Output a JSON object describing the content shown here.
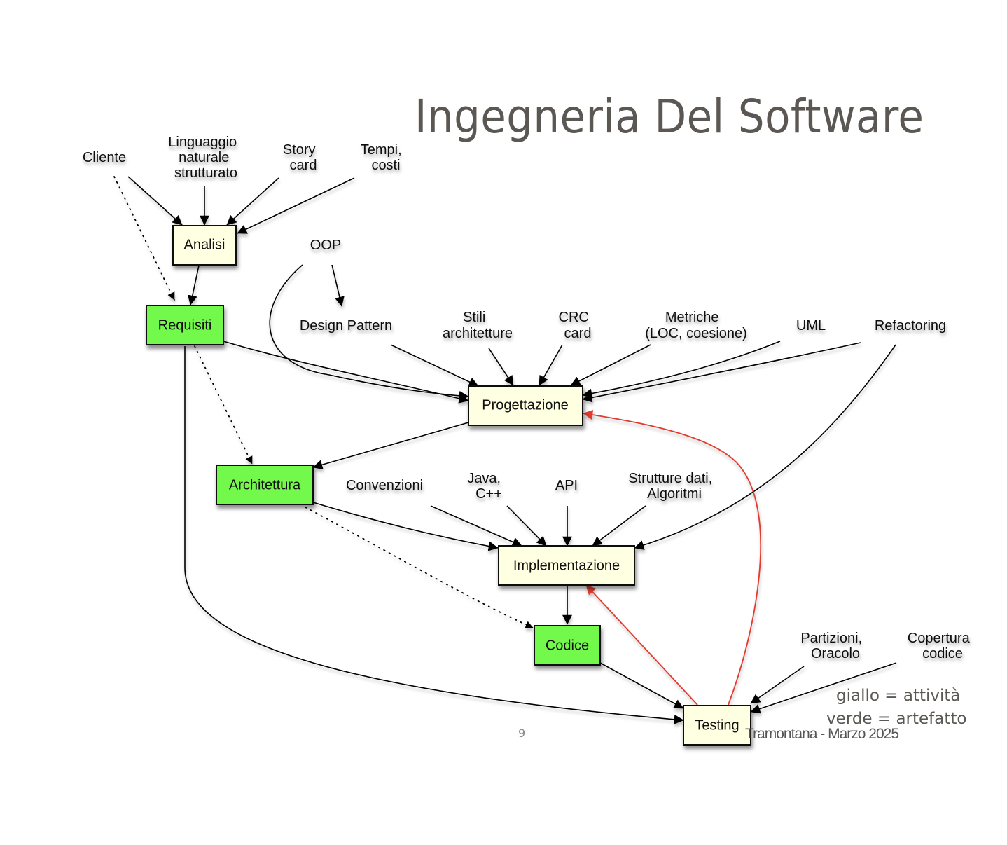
{
  "slide": {
    "title": "Ingegneria Del Software",
    "page_number": "9",
    "footer_author": "Tramontana - Marzo 2025",
    "legend": {
      "yellow": "giallo = attività",
      "green": "verde = artefatto"
    }
  },
  "colors": {
    "activity": "#ffffe2",
    "artifact": "#72f94c",
    "feedback_edge": "#e23a2e",
    "title": "#5b5752"
  },
  "nodes": {
    "analisi": {
      "label": "Analisi",
      "kind": "activity"
    },
    "requisiti": {
      "label": "Requisiti",
      "kind": "artifact"
    },
    "progettazione": {
      "label": "Progettazione",
      "kind": "activity"
    },
    "architettura": {
      "label": "Architettura",
      "kind": "artifact"
    },
    "implementazione": {
      "label": "Implementazione",
      "kind": "activity"
    },
    "codice": {
      "label": "Codice",
      "kind": "artifact"
    },
    "testing": {
      "label": "Testing",
      "kind": "activity"
    }
  },
  "concepts": {
    "cliente": [
      "Cliente"
    ],
    "linguaggio": [
      "Linguaggio",
      "naturale",
      "strutturato"
    ],
    "story": [
      "Story",
      "card"
    ],
    "tempi": [
      "Tempi,",
      "costi"
    ],
    "oop": [
      "OOP"
    ],
    "design_pattern": [
      "Design Pattern"
    ],
    "stili": [
      "Stili",
      "architetture"
    ],
    "crc": [
      "CRC",
      "card"
    ],
    "metriche": [
      "Metriche",
      "(LOC, coesione)"
    ],
    "uml": [
      "UML"
    ],
    "refactoring": [
      "Refactoring"
    ],
    "convenzioni": [
      "Convenzioni"
    ],
    "java": [
      "Java,",
      "C++"
    ],
    "api": [
      "API"
    ],
    "strutture": [
      "Strutture dati,",
      "Algoritmi"
    ],
    "partizioni": [
      "Partizioni,",
      "Oracolo"
    ],
    "copertura": [
      "Copertura",
      "codice"
    ]
  },
  "edges": [
    {
      "from": "cliente",
      "to": "analisi",
      "style": "solid"
    },
    {
      "from": "linguaggio",
      "to": "analisi",
      "style": "solid"
    },
    {
      "from": "story",
      "to": "analisi",
      "style": "solid"
    },
    {
      "from": "tempi",
      "to": "analisi",
      "style": "solid"
    },
    {
      "from": "cliente",
      "to": "requisiti",
      "style": "dotted"
    },
    {
      "from": "analisi",
      "to": "requisiti",
      "style": "solid"
    },
    {
      "from": "oop",
      "to": "design_pattern",
      "style": "solid"
    },
    {
      "from": "oop",
      "to": "progettazione",
      "style": "solid"
    },
    {
      "from": "requisiti",
      "to": "progettazione",
      "style": "solid"
    },
    {
      "from": "design_pattern",
      "to": "progettazione",
      "style": "solid"
    },
    {
      "from": "stili",
      "to": "progettazione",
      "style": "solid"
    },
    {
      "from": "crc",
      "to": "progettazione",
      "style": "solid"
    },
    {
      "from": "metriche",
      "to": "progettazione",
      "style": "solid"
    },
    {
      "from": "uml",
      "to": "progettazione",
      "style": "solid"
    },
    {
      "from": "refactoring",
      "to": "progettazione",
      "style": "solid"
    },
    {
      "from": "refactoring",
      "to": "implementazione",
      "style": "solid"
    },
    {
      "from": "requisiti",
      "to": "architettura",
      "style": "dotted"
    },
    {
      "from": "progettazione",
      "to": "architettura",
      "style": "solid"
    },
    {
      "from": "architettura",
      "to": "implementazione",
      "style": "solid"
    },
    {
      "from": "convenzioni",
      "to": "implementazione",
      "style": "solid"
    },
    {
      "from": "java",
      "to": "implementazione",
      "style": "solid"
    },
    {
      "from": "api",
      "to": "implementazione",
      "style": "solid"
    },
    {
      "from": "strutture",
      "to": "implementazione",
      "style": "solid"
    },
    {
      "from": "architettura",
      "to": "codice",
      "style": "dotted"
    },
    {
      "from": "implementazione",
      "to": "codice",
      "style": "solid"
    },
    {
      "from": "codice",
      "to": "testing",
      "style": "solid"
    },
    {
      "from": "requisiti",
      "to": "testing",
      "style": "solid"
    },
    {
      "from": "partizioni",
      "to": "testing",
      "style": "solid"
    },
    {
      "from": "copertura",
      "to": "testing",
      "style": "solid"
    },
    {
      "from": "testing",
      "to": "implementazione",
      "style": "feedback"
    },
    {
      "from": "testing",
      "to": "progettazione",
      "style": "feedback"
    }
  ]
}
